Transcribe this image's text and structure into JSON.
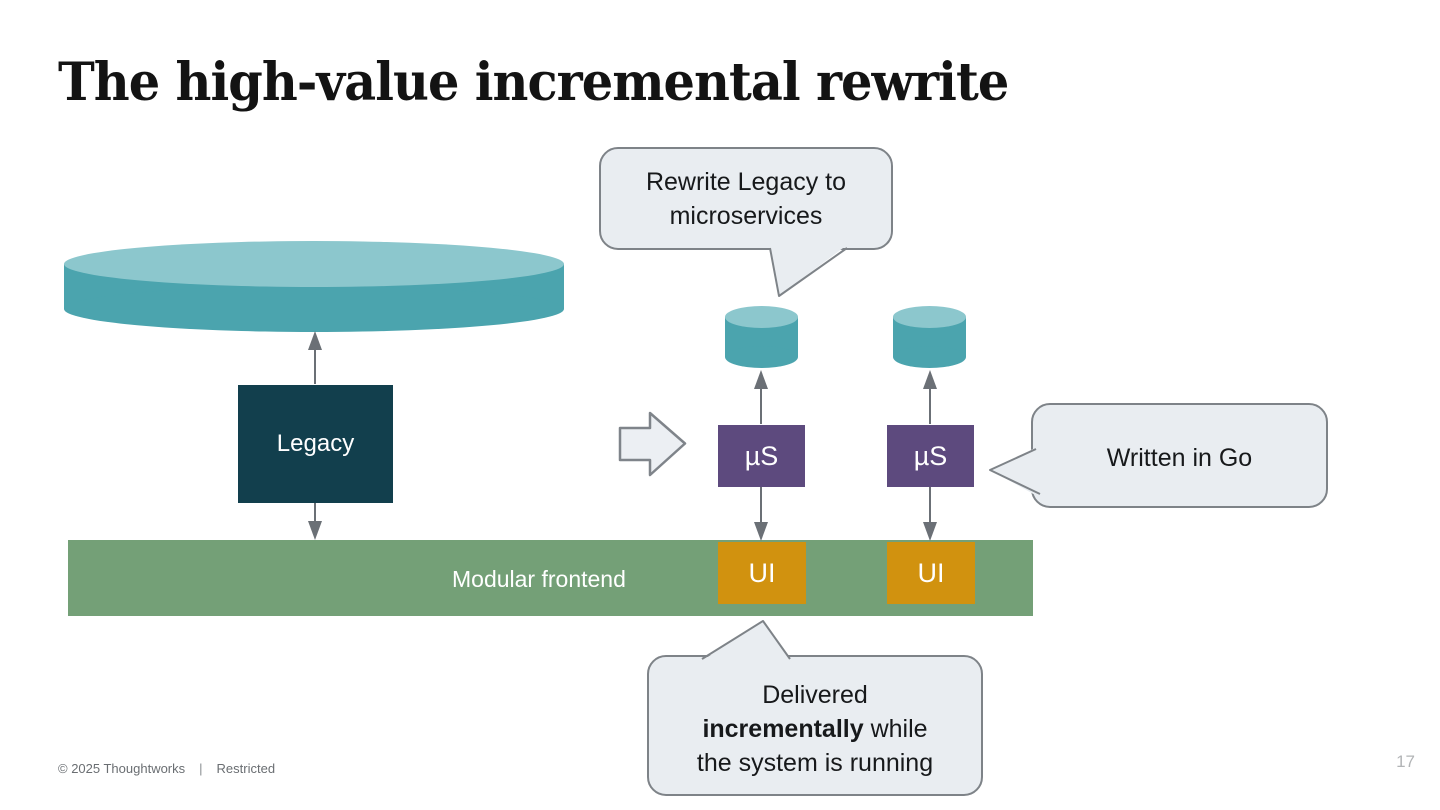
{
  "slide": {
    "title": "The high-value incremental rewrite",
    "page_number": "17",
    "footer": {
      "copyright": "© 2025 Thoughtworks",
      "separator": "|",
      "classification": "Restricted"
    }
  },
  "diagram": {
    "legacy": {
      "label": "Legacy"
    },
    "frontend": {
      "label": "Modular frontend"
    },
    "microservice": {
      "label": "µS"
    },
    "ui": {
      "label": "UI"
    },
    "callouts": {
      "rewrite": {
        "line1": "Rewrite Legacy to",
        "line2": "microservices"
      },
      "go": {
        "text": "Written in Go"
      },
      "delivered": {
        "line1": "Delivered",
        "line2_bold": "incrementally",
        "line2_rest": " while",
        "line3": "the system is running"
      }
    },
    "colors": {
      "cylinder_body": "#4BA4AE",
      "cylinder_top": "#8CC7CD",
      "legacy_box": "#123F4D",
      "frontend_bar": "#74A077",
      "microservice_box": "#5D4A7E",
      "ui_box": "#D1920F",
      "callout_fill": "#E9EDF1",
      "callout_border": "#7E8388",
      "connector_gray": "#6B7076"
    }
  }
}
